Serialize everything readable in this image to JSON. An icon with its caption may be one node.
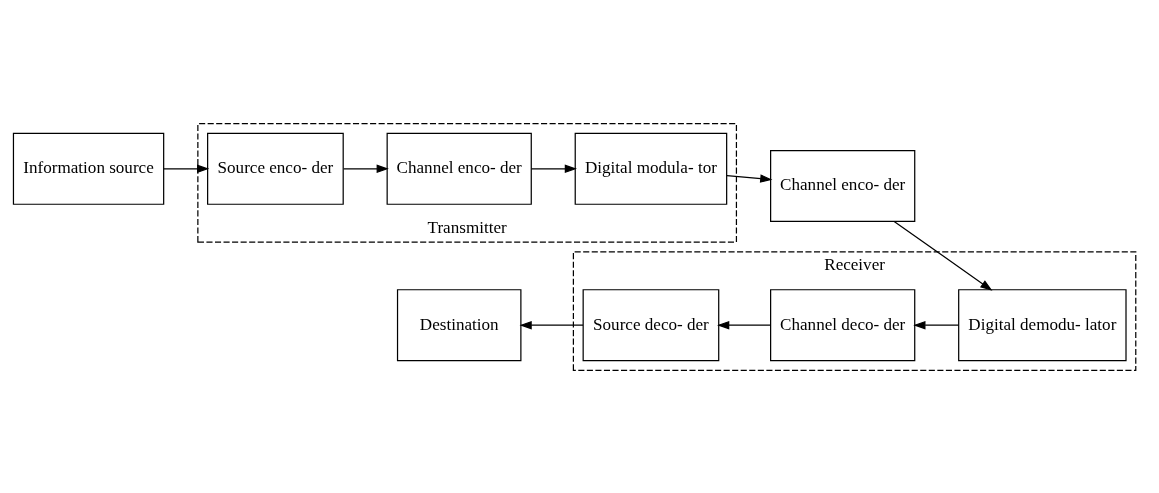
{
  "diagram": {
    "nodes": [
      {
        "text": [
          "Information source"
        ]
      },
      {
        "text": [
          "Transmitter"
        ]
      },
      {
        "text": [
          "Source enco- der"
        ],
        "in": 1
      },
      {
        "text": [
          "Channel enco- der"
        ],
        "in": 1
      },
      {
        "text": [
          "Digital modula- tor"
        ],
        "in": 1
      },
      {
        "text": [
          "Channel enco- der"
        ]
      },
      {
        "text": [
          "Destination"
        ]
      },
      {
        "text": [
          "Receiver"
        ]
      },
      {
        "text": [
          "Source deco- der"
        ],
        "in": 7
      },
      {
        "text": [
          "Channel deco- der"
        ],
        "in": 7
      },
      {
        "text": [
          "Digital demodu- lator"
        ],
        "in": 7
      }
    ],
    "edges": [
      {
        "from": 0,
        "to": 2,
        "arrow": "to"
      },
      {
        "from": 2,
        "to": 3,
        "arrow": "to"
      },
      {
        "from": 3,
        "to": 4,
        "arrow": "to"
      },
      {
        "from": 4,
        "to": 5,
        "arrow": "to"
      },
      {
        "from": 5,
        "to": 10,
        "arrow": "to"
      },
      {
        "from": 10,
        "to": 9,
        "arrow": "to"
      },
      {
        "from": 9,
        "to": 8,
        "arrow": "to"
      },
      {
        "from": 8,
        "to": 6,
        "arrow": "to"
      }
    ]
  }
}
